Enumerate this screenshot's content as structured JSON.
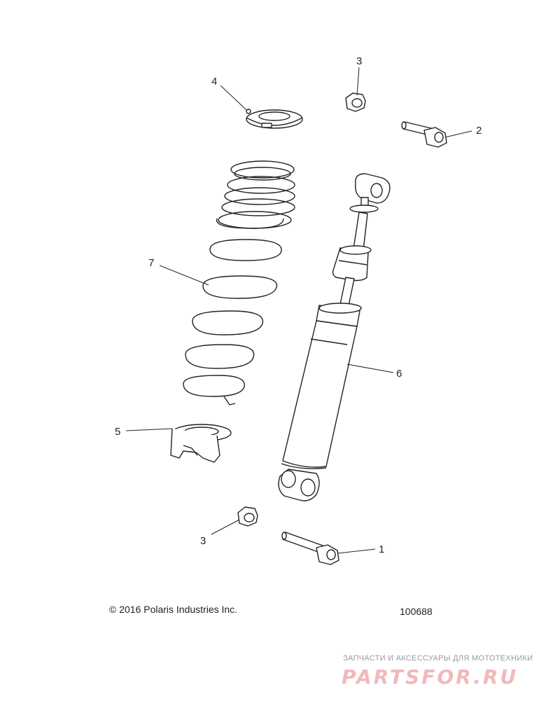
{
  "callouts": {
    "c1": "1",
    "c2": "2",
    "c3_top": "3",
    "c3_bottom": "3",
    "c4": "4",
    "c5": "5",
    "c6": "6",
    "c7": "7"
  },
  "footer": {
    "copyright": "© 2016 Polaris Industries Inc.",
    "reference": "100688"
  },
  "watermark": {
    "caption": "ЗАПЧАСТИ И АКСЕССУАРЫ ДЛЯ МОТОТЕХНИКИ",
    "logo_text": "PARTSFOR.RU",
    "color": "#f2b8b8"
  },
  "colors": {
    "line": "#222222",
    "background": "#ffffff"
  }
}
